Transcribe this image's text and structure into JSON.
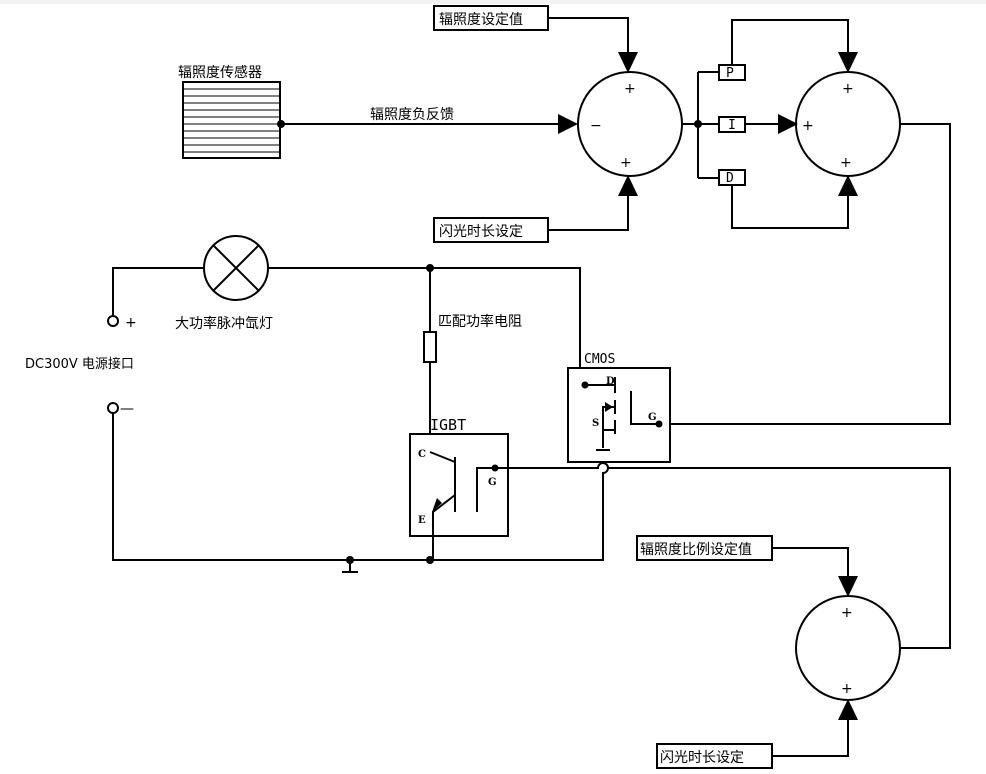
{
  "labels": {
    "sensor": "辐照度传感器",
    "feedback": "辐照度负反馈",
    "irradiance_setpoint": "辐照度设定值",
    "flash_duration_1": "闪光时长设定",
    "lamp": "大功率脉冲氙灯",
    "power_port": "DC300V 电源接口",
    "resistor": "匹配功率电阻",
    "igbt": "IGBT",
    "cmos": "CMOS",
    "ratio_setpoint": "辐照度比例设定值",
    "flash_duration_2": "闪光时长设定"
  },
  "pid": {
    "p": "P",
    "i": "I",
    "d": "D"
  },
  "pins": {
    "c": "C",
    "e": "E",
    "g1": "G",
    "d": "D",
    "s": "S",
    "g2": "G"
  },
  "signs": {
    "plus": "+",
    "minus": "−",
    "term_minus": "—"
  }
}
